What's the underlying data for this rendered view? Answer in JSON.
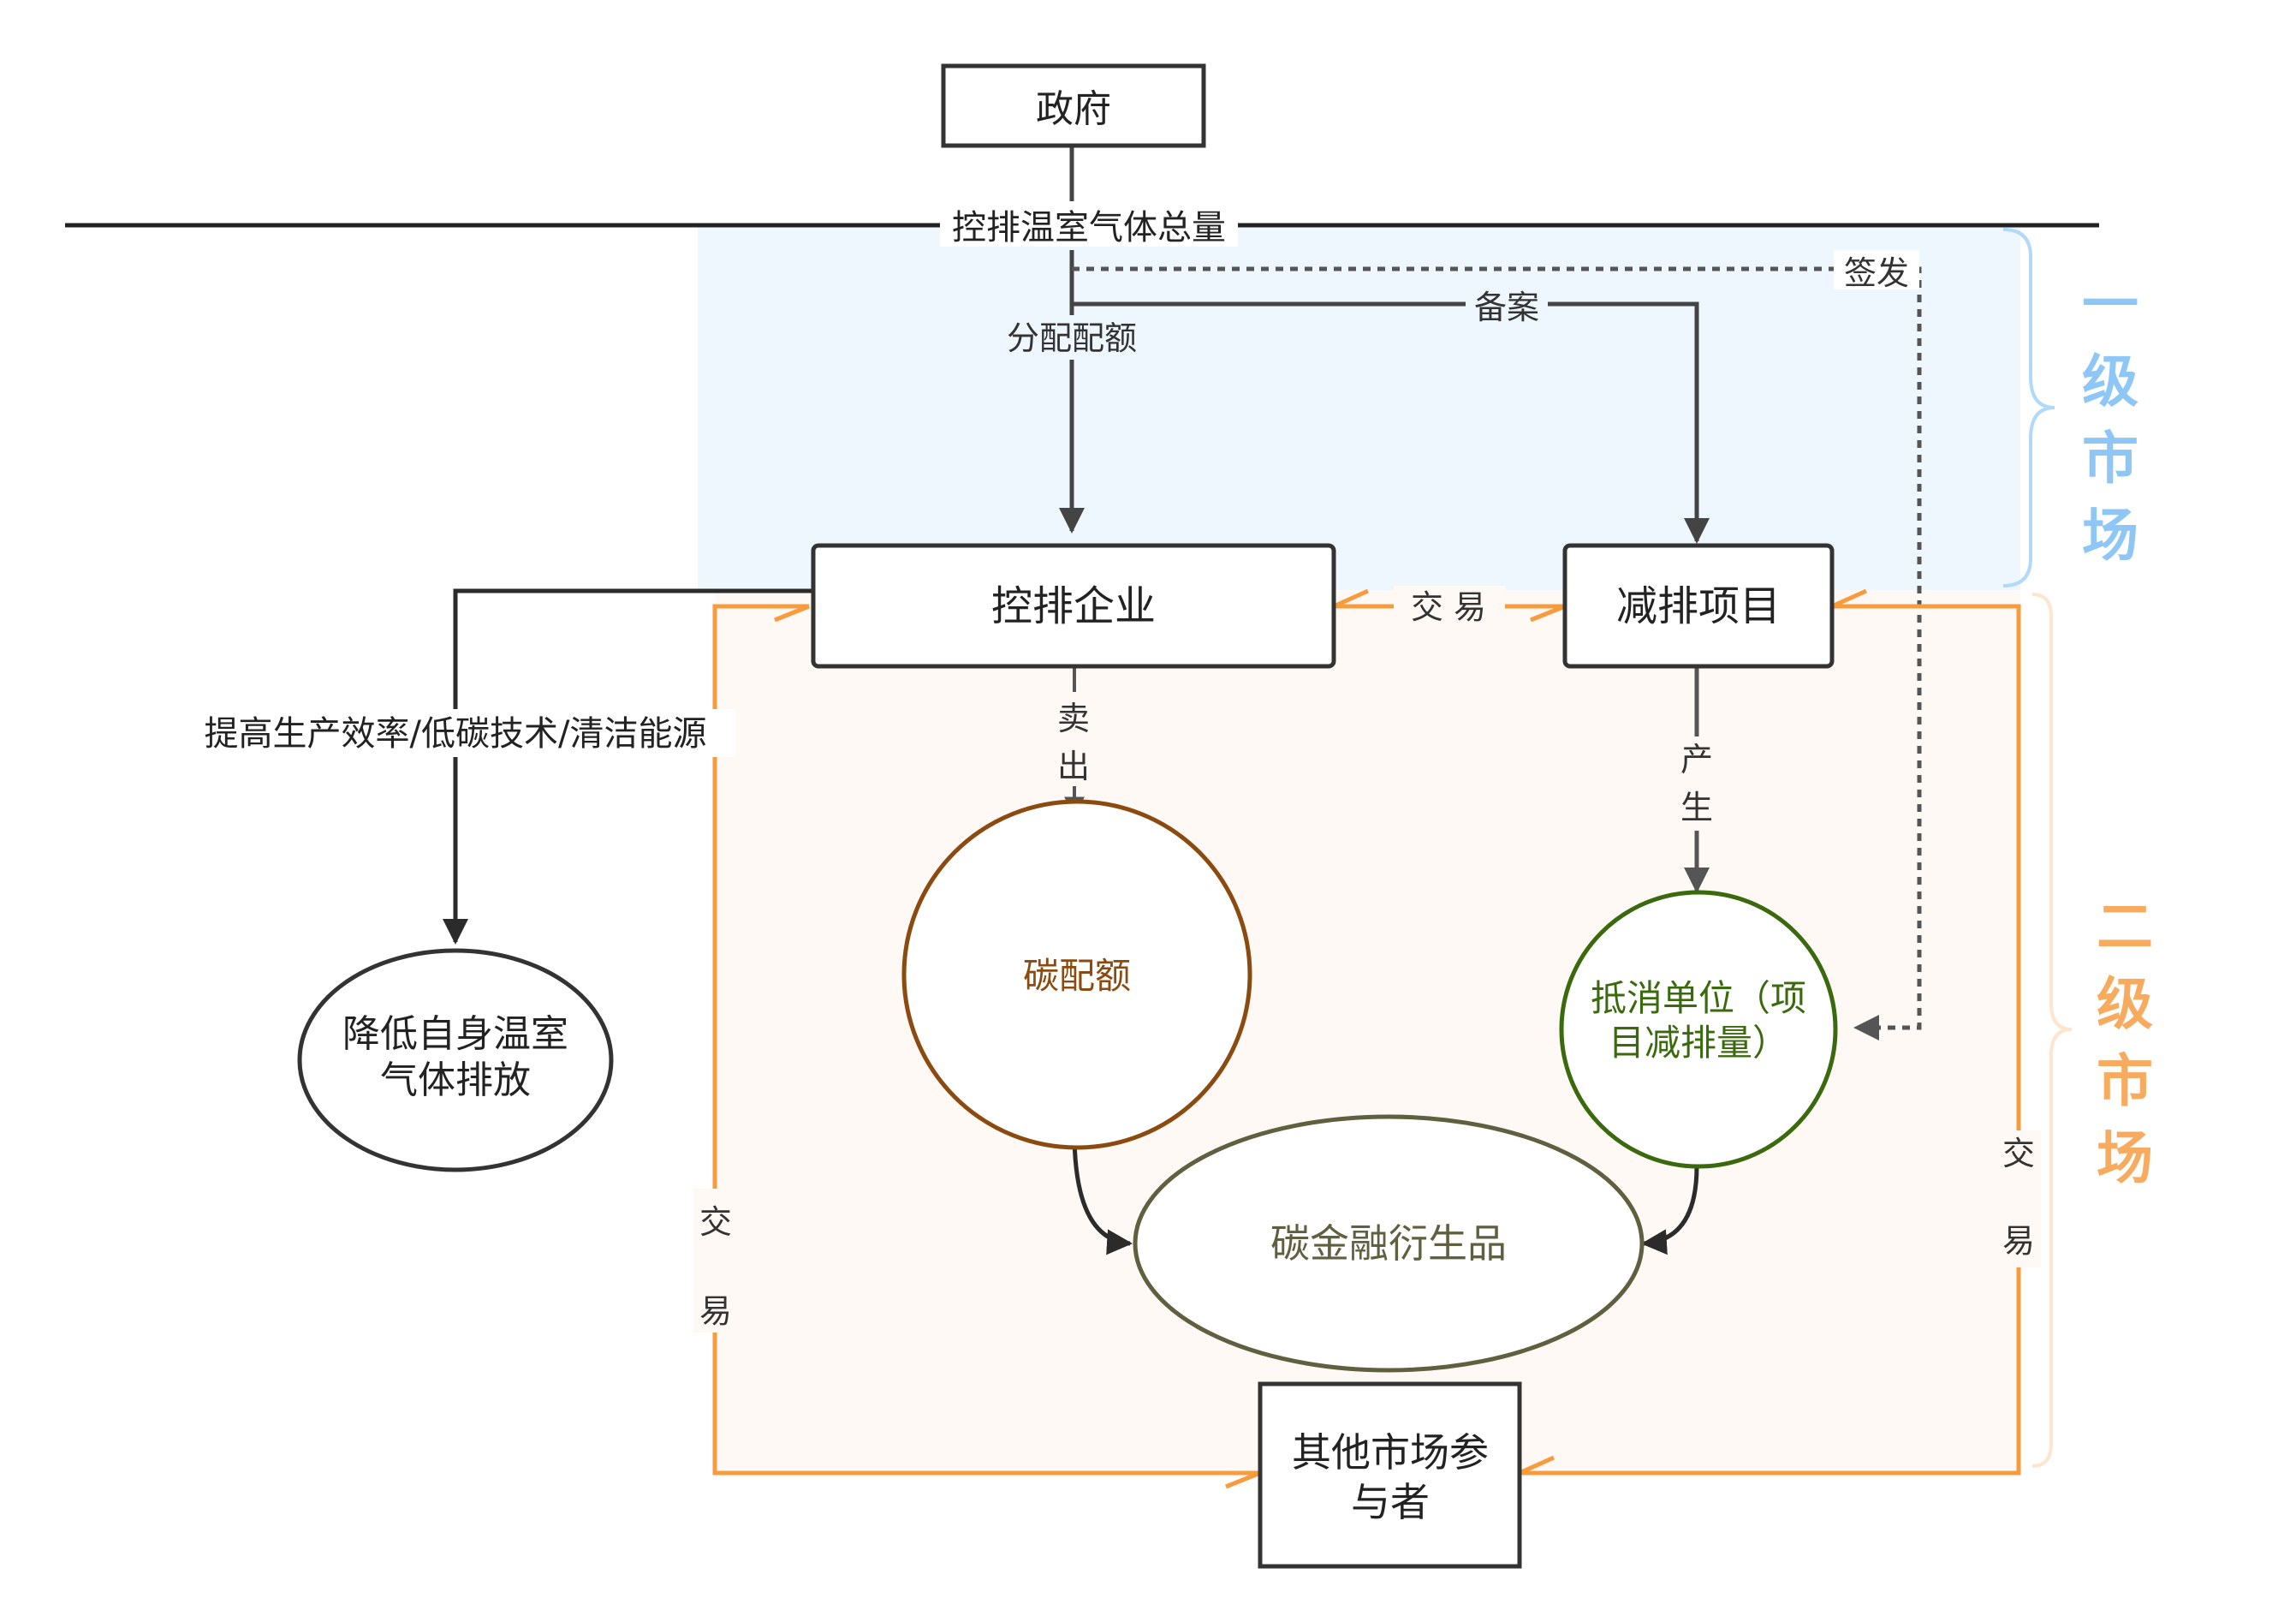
{
  "colors": {
    "primary_market_bg": "#EEF6FE",
    "secondary_market_bg": "#FEF9F5",
    "primary_bracket": "#B2D8FA",
    "primary_label": "#8EC7F6",
    "secondary_bracket": "#FDE5CF",
    "secondary_label": "#F7AB5E",
    "trade_line": "#F89B3D",
    "dark_line": "#444444",
    "carbon_quota": "#8B4A10",
    "offset_unit": "#3B6A0E",
    "derivatives": "#606040"
  },
  "nodes": {
    "government": "政府",
    "control_enterprise": "控排企业",
    "reduction_project": "减排项目",
    "reduce_emissions": [
      "降低自身温室",
      "气体排放"
    ],
    "carbon_quota": "碳配额",
    "offset_unit": [
      "抵消单位（项",
      "目减排量）"
    ],
    "carbon_derivatives": "碳金融衍生品",
    "other_participants": [
      "其他市场参",
      "与者"
    ]
  },
  "edges": {
    "cap_total": "控排温室气体总量",
    "allocate_quota": "分配配额",
    "register": "备案",
    "issue": "签发",
    "trade_between": "交 易",
    "sell": [
      "卖",
      "出"
    ],
    "produce": [
      "产",
      "生"
    ],
    "improve": "提高生产效率/低碳技术/清洁能源",
    "trade_left": [
      "交",
      "易"
    ],
    "trade_right": [
      "交",
      "易"
    ]
  },
  "markets": {
    "primary": [
      "一",
      "级",
      "市",
      "场"
    ],
    "secondary": [
      "二",
      "级",
      "市",
      "场"
    ]
  }
}
